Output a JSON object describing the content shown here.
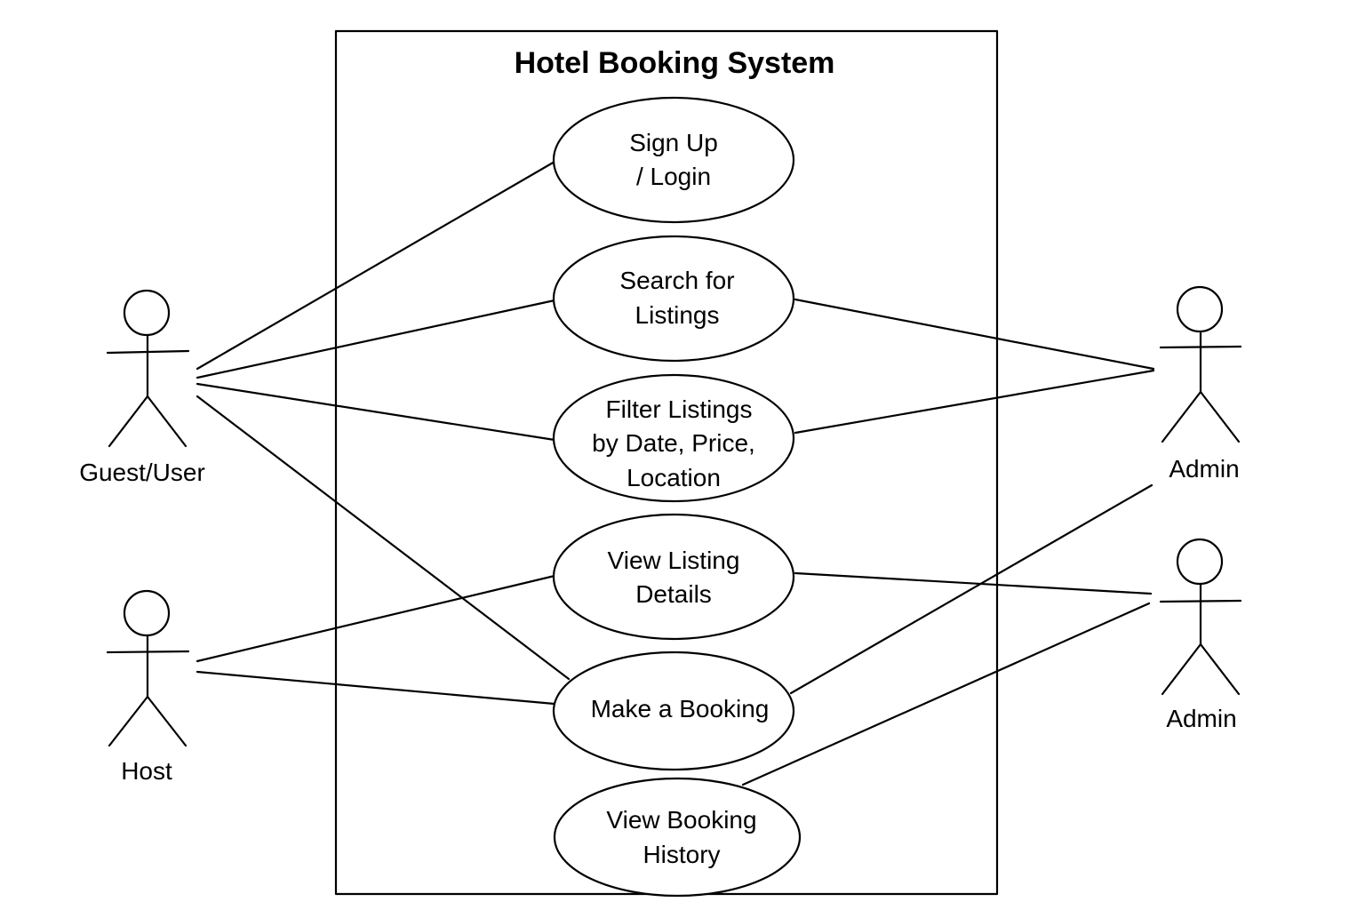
{
  "system": {
    "title": "Hotel Booking System"
  },
  "actors": [
    {
      "id": "guest",
      "label": "Guest/User"
    },
    {
      "id": "host",
      "label": "Host"
    },
    {
      "id": "admin1",
      "label": "Admin"
    },
    {
      "id": "admin2",
      "label": "Admin"
    }
  ],
  "use_cases": [
    {
      "id": "signup",
      "lines": [
        "Sign Up",
        "/ Login"
      ]
    },
    {
      "id": "search",
      "lines": [
        "Search for",
        "Listings"
      ]
    },
    {
      "id": "filter",
      "lines": [
        "Filter Listings",
        "by Date, Price,",
        "Location"
      ]
    },
    {
      "id": "viewdetails",
      "lines": [
        "View Listing",
        "Details"
      ]
    },
    {
      "id": "booking",
      "lines": [
        "Make a Booking"
      ]
    },
    {
      "id": "history",
      "lines": [
        "View Booking",
        "History"
      ]
    }
  ],
  "associations": [
    [
      "guest",
      "signup"
    ],
    [
      "guest",
      "search"
    ],
    [
      "guest",
      "filter"
    ],
    [
      "guest",
      "booking"
    ],
    [
      "host",
      "viewdetails"
    ],
    [
      "host",
      "booking"
    ],
    [
      "admin1",
      "search"
    ],
    [
      "admin1",
      "filter"
    ],
    [
      "admin1",
      "booking"
    ],
    [
      "admin2",
      "viewdetails"
    ],
    [
      "admin2",
      "history"
    ]
  ]
}
